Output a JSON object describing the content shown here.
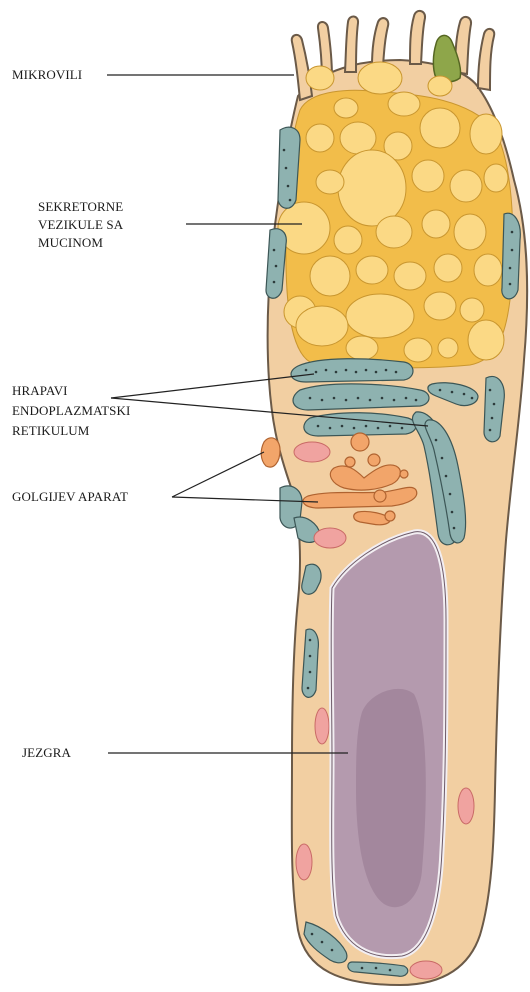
{
  "labels": {
    "microvilli": "MIKROVILI",
    "secretory_line1": "SEKRETORNE",
    "secretory_line2": "VEZIKULE SA",
    "secretory_line3": "MUCINOM",
    "rer_line1": "HRAPAVI",
    "rer_line2": "ENDOPLAZMATSKI",
    "rer_line3": "RETIKULUM",
    "golgi": "GOLGIJEV APARAT",
    "nucleus": "JEZGRA"
  },
  "colors": {
    "cytoplasm": "#f2cfa2",
    "cell_outline": "#6b5a48",
    "vesicle": "#fbd985",
    "vesicle_dark": "#f2bd4a",
    "rer": "#8eb2b0",
    "rer_dots": "#2d3b3b",
    "golgi": "#f2a56a",
    "mitochondria": "#f0a3a0",
    "nucleus_outer": "#b49aae",
    "nucleus_inner": "#a3879d",
    "nucleus_envelope": "#f2eef2",
    "green_vesicle": "#8ea64a",
    "leader_line": "#222222"
  }
}
